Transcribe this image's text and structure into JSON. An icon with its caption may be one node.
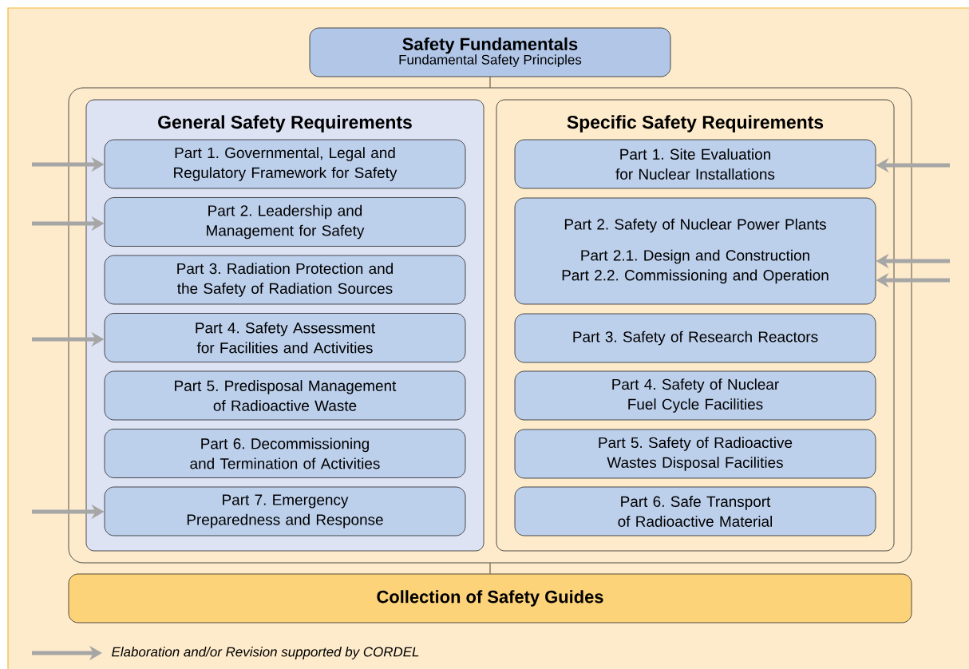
{
  "diagram": {
    "nodes": [
      {
        "text": [
          "Safety Fundamentals",
          "Fundamental Safety Principles"
        ]
      },
      {
        "text": [],
        "shape": "box"
      },
      {
        "text": [
          "General Safety Requirements"
        ],
        "in": 1
      },
      {
        "text": [
          "Part 1. Governmental, Legal and Regulatory Framework for Safety"
        ],
        "in": 2
      },
      {
        "text": [
          "Part 2. Leadership and Management for Safety"
        ],
        "in": 2
      },
      {
        "text": [
          "Part 3. Radiation Protection and the Safety of Radiation Sources"
        ],
        "in": 2
      },
      {
        "text": [
          "Part 4. Safety Assessment for Facilities and Activities"
        ],
        "in": 2
      },
      {
        "text": [
          "Part 5. Predisposal Management of Radioactive Waste"
        ],
        "in": 2
      },
      {
        "text": [
          "Part 6. Decommissioning and Termination of Activities"
        ],
        "in": 2
      },
      {
        "text": [
          "Part 7. Emergency Preparedness and Response"
        ],
        "in": 2
      },
      {
        "text": [
          "Specific Safety Requirements"
        ],
        "in": 1
      },
      {
        "text": [
          "Part 1. Site Evaluation for Nuclear Installations"
        ],
        "in": 10
      },
      {
        "text": [
          "Part 2. Safety of Nuclear Power Plants",
          "Part 2.1. Design and Construction",
          "Part 2.2. Commissioning and Operation"
        ],
        "in": 10
      },
      {
        "text": [
          "Part 3. Safety of Research Reactors"
        ],
        "in": 10
      },
      {
        "text": [
          "Part 4. Safety of Nuclear Fuel Cycle Facilities"
        ],
        "in": 10
      },
      {
        "text": [
          "Part 5. Safety of Radioactive Wastes Disposal Facilities"
        ],
        "in": 10
      },
      {
        "text": [
          "Part 6. Safe Transport of Radioactive Material"
        ],
        "in": 10
      },
      {
        "text": [
          "Collection of Safety Guides"
        ]
      }
    ],
    "edges": [
      {
        "from": 0,
        "to": 1,
        "arrow": "none",
        "color": "#1a1a1a"
      },
      {
        "from": 1,
        "to": 17,
        "arrow": "none",
        "color": "#1a1a1a"
      },
      {
        "from": null,
        "to": 3,
        "arrow": "to"
      },
      {
        "from": null,
        "to": 4,
        "arrow": "to"
      },
      {
        "from": null,
        "to": 6,
        "arrow": "to"
      },
      {
        "from": null,
        "to": 9,
        "arrow": "to"
      },
      {
        "from": null,
        "to": 11,
        "arrow": "to"
      },
      {
        "from": null,
        "to": 12,
        "arrow": "to"
      },
      {
        "from": null,
        "to": 12,
        "arrow": "to"
      }
    ],
    "legend": [
      {
        "text": "Elaboration and/or Revision supported by CORDEL"
      }
    ]
  }
}
